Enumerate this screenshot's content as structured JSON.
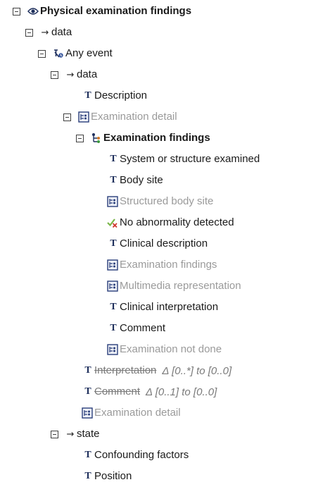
{
  "tree": {
    "root": {
      "label": "Physical examination findings",
      "icon": "eye-icon"
    },
    "data_1": {
      "label": "data",
      "icon": "arrow-right-icon"
    },
    "any_event": {
      "label": "Any event",
      "icon": "event-icon"
    },
    "data_2": {
      "label": "data",
      "icon": "arrow-right-icon"
    },
    "description": {
      "label": "Description",
      "icon": "text-type-icon"
    },
    "examination_detail_slot": {
      "label": "Examination detail",
      "icon": "slot-icon"
    },
    "examination_findings_cluster": {
      "label": "Examination findings",
      "icon": "cluster-icon"
    },
    "system_examined": {
      "label": "System or structure examined",
      "icon": "text-type-icon"
    },
    "body_site": {
      "label": "Body site",
      "icon": "text-type-icon"
    },
    "structured_body_site": {
      "label": "Structured body site",
      "icon": "slot-icon"
    },
    "no_abnormality": {
      "label": "No abnormality detected",
      "icon": "boolean-check-icon"
    },
    "clinical_description": {
      "label": "Clinical description",
      "icon": "text-type-icon"
    },
    "examination_findings_slot": {
      "label": "Examination findings",
      "icon": "slot-icon"
    },
    "multimedia": {
      "label": "Multimedia representation",
      "icon": "slot-icon"
    },
    "clinical_interpretation": {
      "label": "Clinical interpretation",
      "icon": "text-type-icon"
    },
    "comment_inner": {
      "label": "Comment",
      "icon": "text-type-icon"
    },
    "examination_not_done": {
      "label": "Examination not done",
      "icon": "slot-icon"
    },
    "interpretation": {
      "label": "Interpretation",
      "note": "Δ [0..*] to [0..0]",
      "icon": "text-type-icon"
    },
    "comment_outer": {
      "label": "Comment",
      "note": "Δ [0..1] to [0..0]",
      "icon": "text-type-icon"
    },
    "examination_detail_2": {
      "label": "Examination detail",
      "icon": "slot-icon"
    },
    "state": {
      "label": "state",
      "icon": "arrow-right-icon"
    },
    "confounding": {
      "label": "Confounding factors",
      "icon": "text-type-icon"
    },
    "position": {
      "label": "Position",
      "icon": "text-type-icon"
    }
  },
  "colors": {
    "text": "#1a1a1a",
    "disabled_text": "#9a9a9a",
    "text_type_icon": "#1e2f5c",
    "slot_icon": "#2a3e7a",
    "check": "#7ab648",
    "cross": "#d0342c"
  }
}
